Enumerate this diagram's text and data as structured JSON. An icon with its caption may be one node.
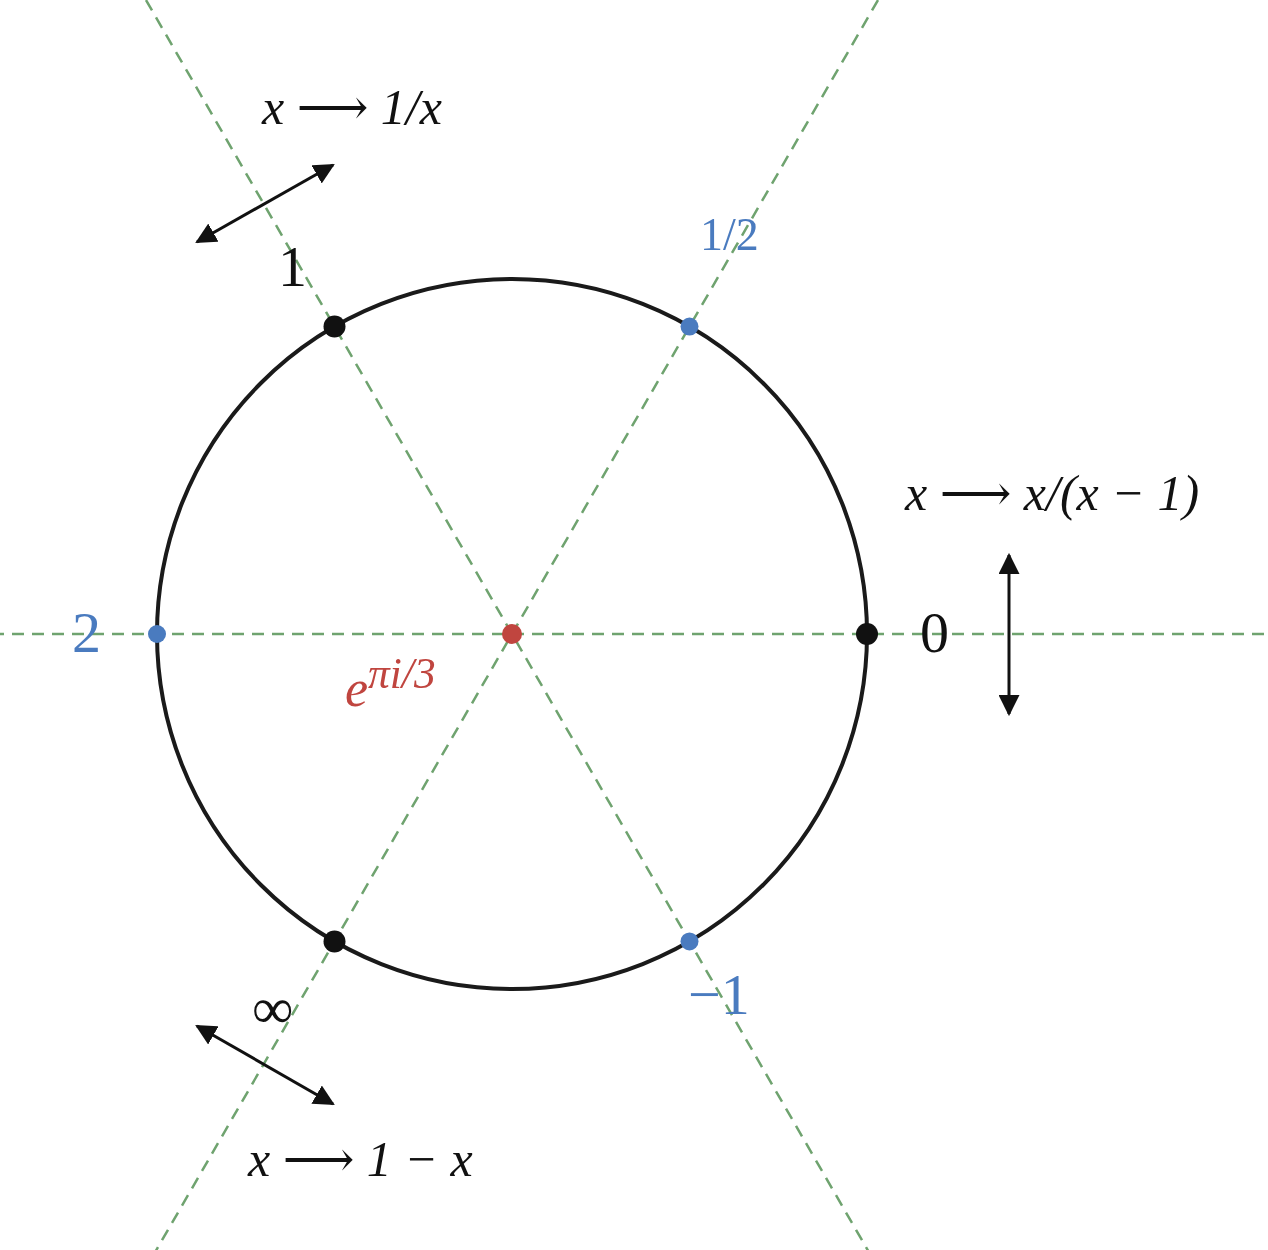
{
  "diagram": {
    "labels": [
      "x ⟶ 1/x",
      "1",
      "1/2",
      "x ⟶ x/(x − 1)",
      "2",
      "0",
      "e$^{πi/3}$",
      "∞",
      "−1",
      "x ⟶ 1 − x"
    ]
  }
}
